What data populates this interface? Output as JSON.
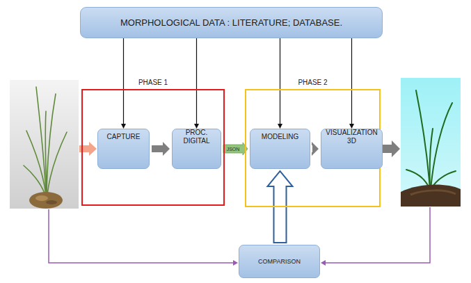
{
  "diagram": {
    "nodes": [
      {
        "text": [
          "MORPHOLOGICAL DATA : LITERATURE; DATABASE."
        ]
      },
      {
        "text": [
          "PHASE 1"
        ]
      },
      {
        "text": [
          "CAPTURE"
        ],
        "in": 1
      },
      {
        "text": [
          "PROC. DIGITAL"
        ],
        "in": 1
      },
      {
        "text": [
          "PHASE 2"
        ]
      },
      {
        "text": [
          "MODELING"
        ],
        "in": 4
      },
      {
        "text": [
          "VISUALIZATION 3D"
        ],
        "in": 4
      },
      {
        "text": [
          "COMPARISON"
        ]
      }
    ],
    "edges": [
      {
        "from": 0,
        "to": 2,
        "arrow": "to"
      },
      {
        "from": 0,
        "to": 3,
        "arrow": "to"
      },
      {
        "from": 0,
        "to": 5,
        "arrow": "to"
      },
      {
        "from": 0,
        "to": 6,
        "arrow": "to"
      },
      {
        "from": 2,
        "to": 3,
        "arrow": "to"
      },
      {
        "from": 3,
        "to": 5,
        "label": "JSON",
        "arrow": "to"
      },
      {
        "from": 5,
        "to": 6,
        "arrow": "to"
      },
      {
        "from": 7,
        "to": 5,
        "arrow": "to"
      }
    ]
  }
}
